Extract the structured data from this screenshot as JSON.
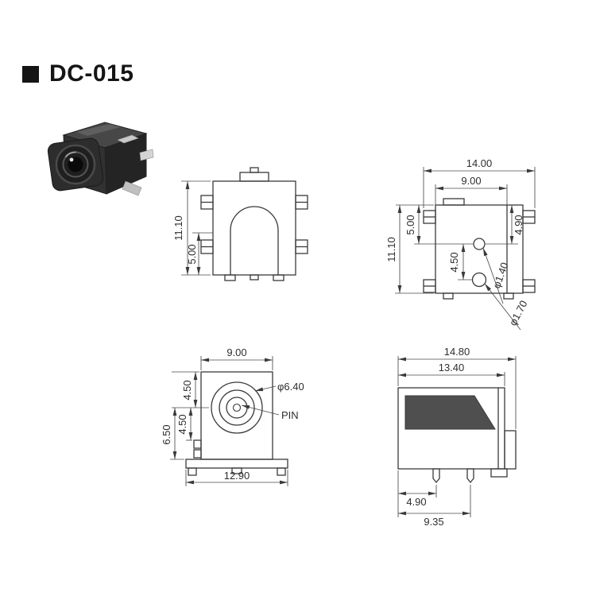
{
  "title": "DC-015",
  "drawings": {
    "front_view": {
      "height": "11.10",
      "base_height": "5.00"
    },
    "pin_side_view": {
      "overall_width": "14.00",
      "inner_width": "9.00",
      "pin_top_offset": "5.00",
      "height": "11.10",
      "hole_top_offset": "4.90",
      "hole_spacing": "4.50",
      "hole1_dia": "φ1.40",
      "hole2_dia": "φ1.70"
    },
    "face_view": {
      "width": "9.00",
      "center_top_offset": "4.50",
      "center_mid_offset": "4.50",
      "center_base_offset": "6.50",
      "base_width": "12.90",
      "barrel_dia": "φ6.40",
      "pin_label": "PIN"
    },
    "body_side_view": {
      "overall_depth": "14.80",
      "body_depth": "13.40",
      "pin1_offset": "4.90",
      "pin2_offset": "9.35"
    }
  }
}
